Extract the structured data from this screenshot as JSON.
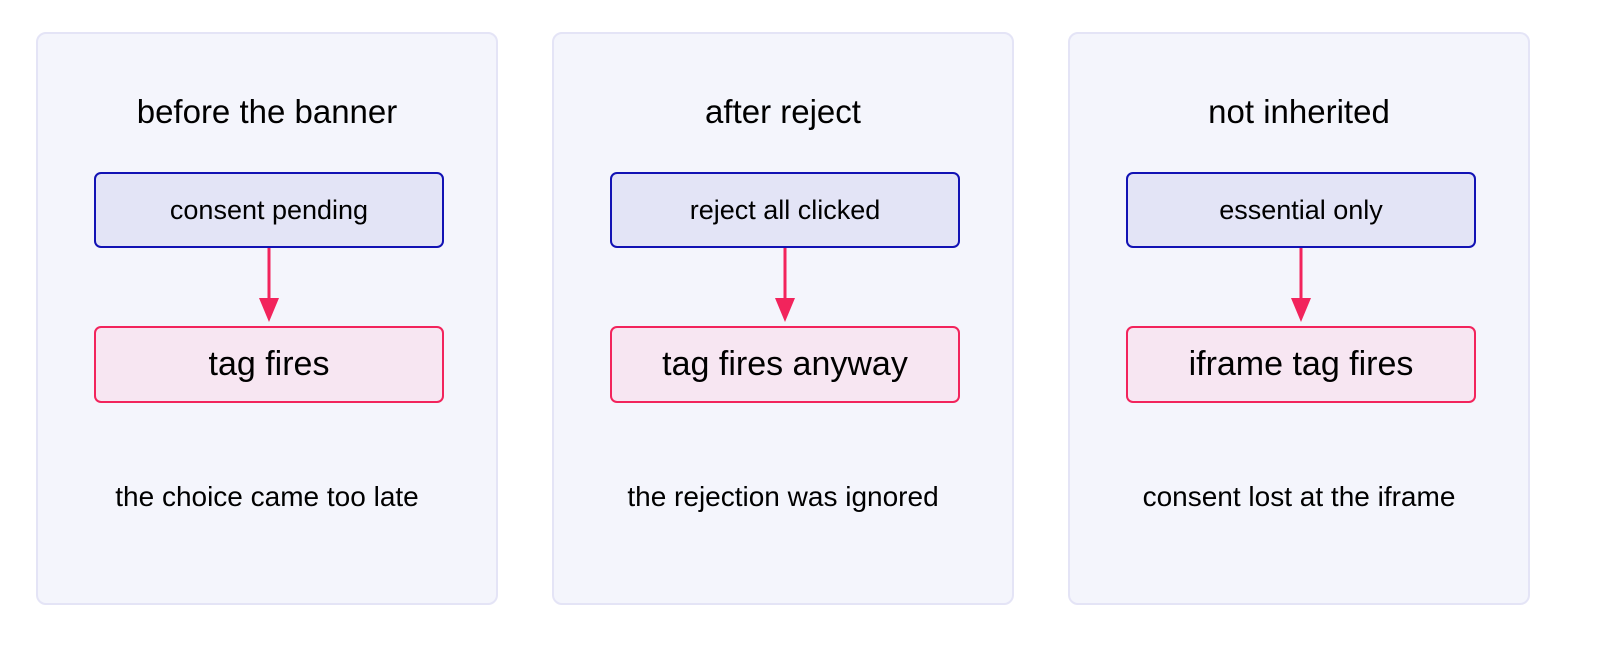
{
  "panels": [
    {
      "title": "before the banner",
      "state": "consent pending",
      "outcome": "tag fires",
      "caption": "the choice came too late"
    },
    {
      "title": "after reject",
      "state": "reject all clicked",
      "outcome": "tag fires anyway",
      "caption": "the rejection was ignored"
    },
    {
      "title": "not inherited",
      "state": "essential only",
      "outcome": "iframe tag fires",
      "caption": "consent lost at the iframe"
    }
  ],
  "colors": {
    "panel_bg": "#f4f5fc",
    "state_border": "#1212b4",
    "state_fill": "#e3e4f6",
    "outcome_border": "#f2245c",
    "outcome_fill": "#f7e6f2",
    "arrow": "#f2245c"
  }
}
